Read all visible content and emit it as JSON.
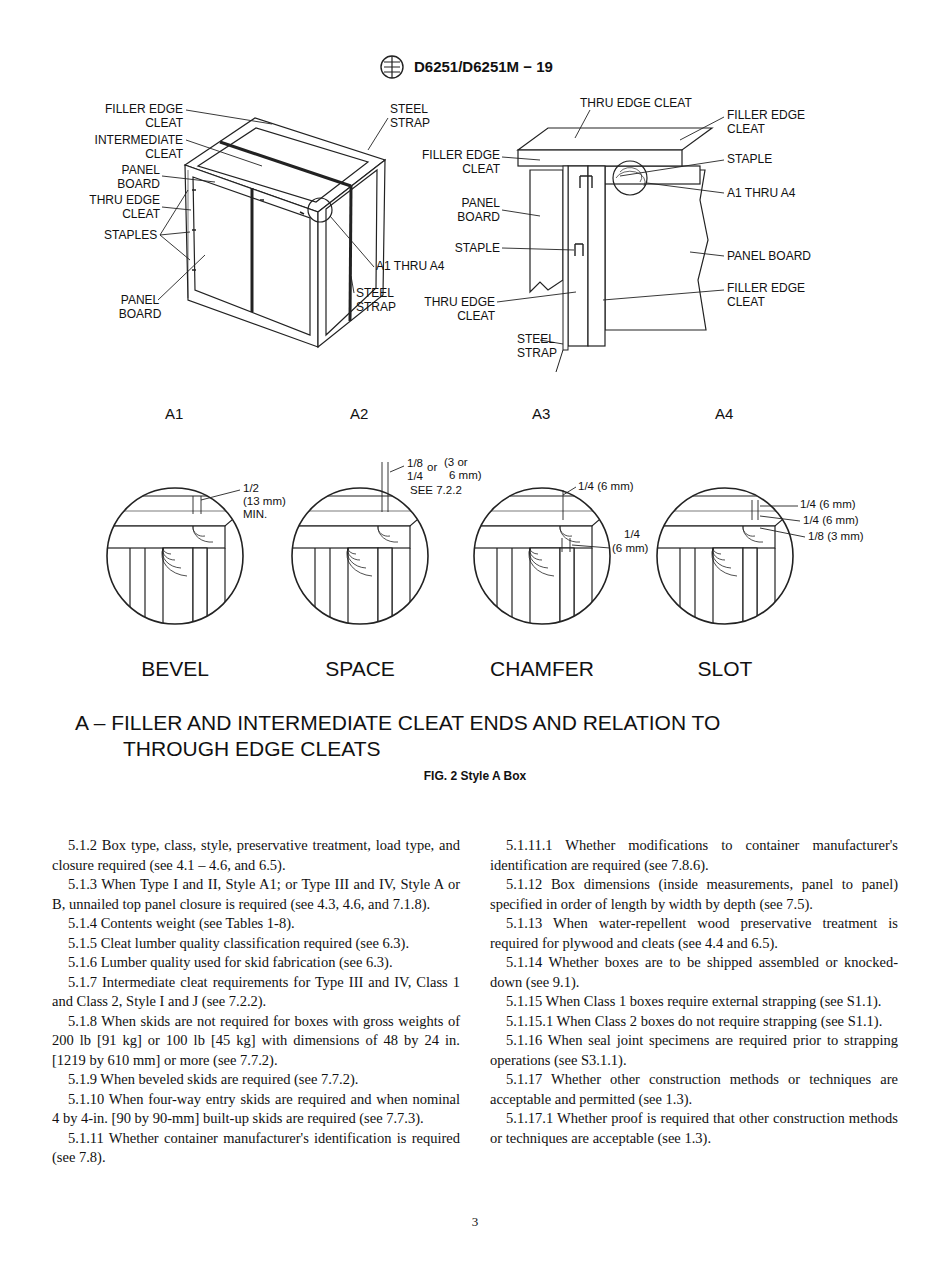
{
  "diagram": {
    "title": "D6251/D6251M − 19",
    "caption": "FIG. 2 Style A Box",
    "labels": [
      "FILLER EDGE CLEAT",
      "INTERMEDIATE CLEAT",
      "PANEL BOARD",
      "THRU EDGE CLEAT",
      "STAPLES",
      "PANEL BOARD",
      "STEEL STRAP",
      "A1 THRU A4",
      "STEEL STRAP",
      "THRU EDGE CLEAT",
      "FILLER EDGE CLEAT",
      "FILLER EDGE CLEAT",
      "STAPLE",
      "A1 THRU A4",
      "PANEL BOARD",
      "STAPLE",
      "PANEL BOARD",
      "FILLER EDGE CLEAT",
      "THRU EDGE CLEAT",
      "STEEL STRAP",
      "A1",
      "A2",
      "A3",
      "A4",
      "1/2",
      "(13 mm)",
      "MIN.",
      "1/8",
      "or",
      "(3 or",
      "1/4",
      "6 mm)",
      "SEE 7.2.2",
      "1/4 (6 mm)",
      "1/4",
      "(6 mm)",
      "1/4 (6 mm)",
      "1/4 (6 mm)",
      "1/8 (3 mm)",
      "BEVEL",
      "SPACE",
      "CHAMFER",
      "SLOT",
      "A – FILLER AND INTERMEDIATE CLEAT ENDS AND RELATION TO THROUGH EDGE CLEATS",
      "5.1.2 Box type, class, style, preservative treatment, load type, and closure required (see 4.1 – 4.6, and 6.5).",
      "5.1.3 When Type I and II, Style A1; or Type III and IV, Style A or B, unnailed top panel closure is required (see 4.3, 4.6, and 7.1.8).",
      "5.1.4 Contents weight (see Tables 1-8).",
      "5.1.5 Cleat lumber quality classification required (see 6.3).",
      "5.1.6 Lumber quality used for skid fabrication (see 6.3).",
      "5.1.7 Intermediate cleat requirements for Type III and IV, Class 1 and Class 2, Style I and J (see 7.2.2).",
      "5.1.8 When skids are not required for boxes with gross weights of 200 lb [91 kg] or 100 lb [45 kg] with dimensions of 48 by 24 in. [1219 by 610 mm] or more (see 7.7.2).",
      "5.1.9 When beveled skids are required (see 7.7.2).",
      "5.1.10 When four-way entry skids are required and when nominal 4 by 4-in. [90 by 90-mm] built-up skids are required (see 7.7.3).",
      "5.1.11 Whether container manufacturer's identification is required (see 7.8).",
      "5.1.11.1 Whether modifications to container manufacturer's identification are required (see 7.8.6).",
      "5.1.12 Box dimensions (inside measurements, panel to panel) specified in order of length by width by depth (see 7.5).",
      "5.1.13 When water-repellent wood preservative treatment is required for plywood and cleats (see 4.4 and 6.5).",
      "5.1.14 Whether boxes are to be shipped assembled or knocked-down (see 9.1).",
      "5.1.15 When Class 1 boxes require external strapping (see S1.1).",
      "5.1.15.1 When Class 2 boxes do not require strapping (see S1.1).",
      "5.1.16 When seal joint specimens are required prior to strapping operations (see S3.1.1).",
      "5.1.17 Whether other construction methods or techniques are acceptable and permitted (see 1.3).",
      "5.1.17.1 Whether proof is required that other construction methods or techniques are acceptable (see 1.3).",
      "3"
    ]
  }
}
